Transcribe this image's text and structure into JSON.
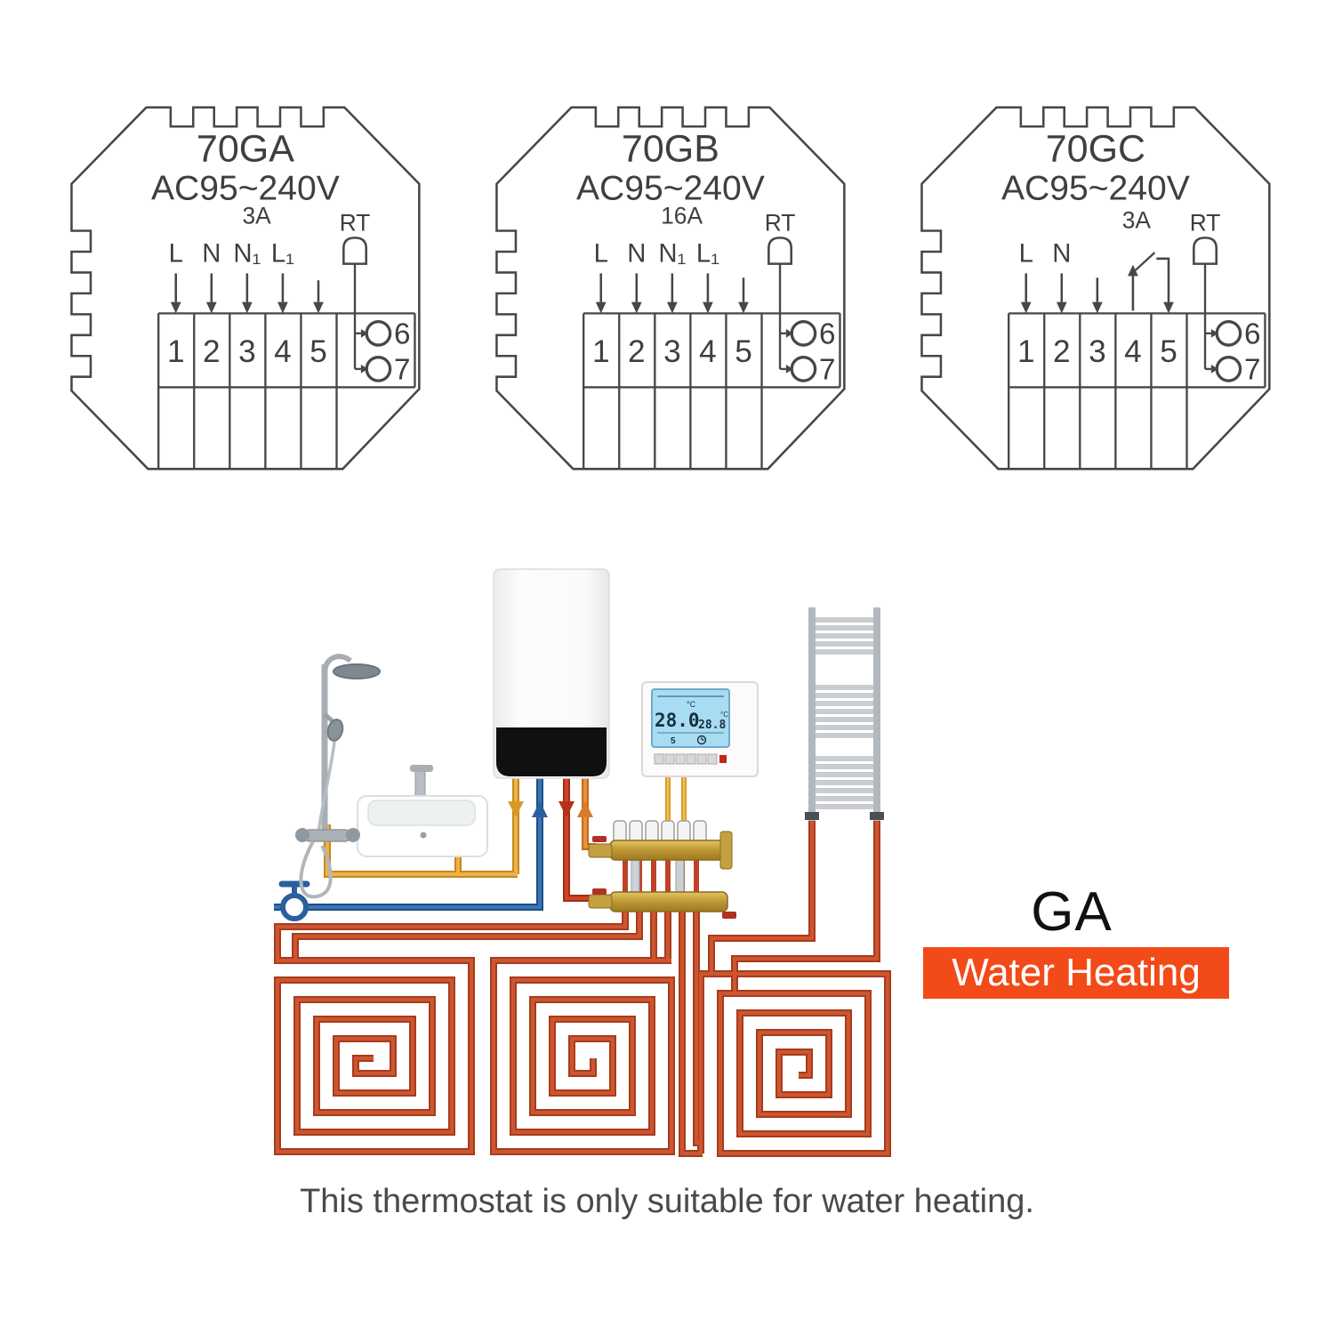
{
  "diagrams": [
    {
      "model": "70GA",
      "voltage": "AC95~240V",
      "current": "3A",
      "wires": [
        "L",
        "N",
        "N₁",
        "L₁"
      ],
      "terminals": [
        "1",
        "2",
        "3",
        "4",
        "5"
      ],
      "sensor": "RT",
      "outputs": [
        "6",
        "7"
      ]
    },
    {
      "model": "70GB",
      "voltage": "AC95~240V",
      "current": "16A",
      "wires": [
        "L",
        "N",
        "N₁",
        "L₁"
      ],
      "terminals": [
        "1",
        "2",
        "3",
        "4",
        "5"
      ],
      "sensor": "RT",
      "outputs": [
        "6",
        "7"
      ]
    },
    {
      "model": "70GC",
      "voltage": "AC95~240V",
      "current": "3A",
      "wires": [
        "L",
        "N"
      ],
      "terminals": [
        "1",
        "2",
        "3",
        "4",
        "5"
      ],
      "sensor": "RT",
      "outputs": [
        "6",
        "7"
      ]
    }
  ],
  "system": {
    "thermostat": {
      "set_temp": "28.0",
      "room_temp": "28.8",
      "unit": "°C",
      "day": "5"
    },
    "variant_label": "GA",
    "variant_tag": "Water Heating"
  },
  "colors": {
    "tag_bg": "#f24a18",
    "hot_water_pipe": "#e8a73b",
    "cold_water_pipe": "#2f6bb0",
    "heating_flow_pipe": "#c23a20",
    "heating_return_pipe": "#e0832f",
    "floor_coil": "#c04a28",
    "lcd_screen": "#a8dcf3"
  },
  "caption": "This thermostat is only suitable for water heating."
}
